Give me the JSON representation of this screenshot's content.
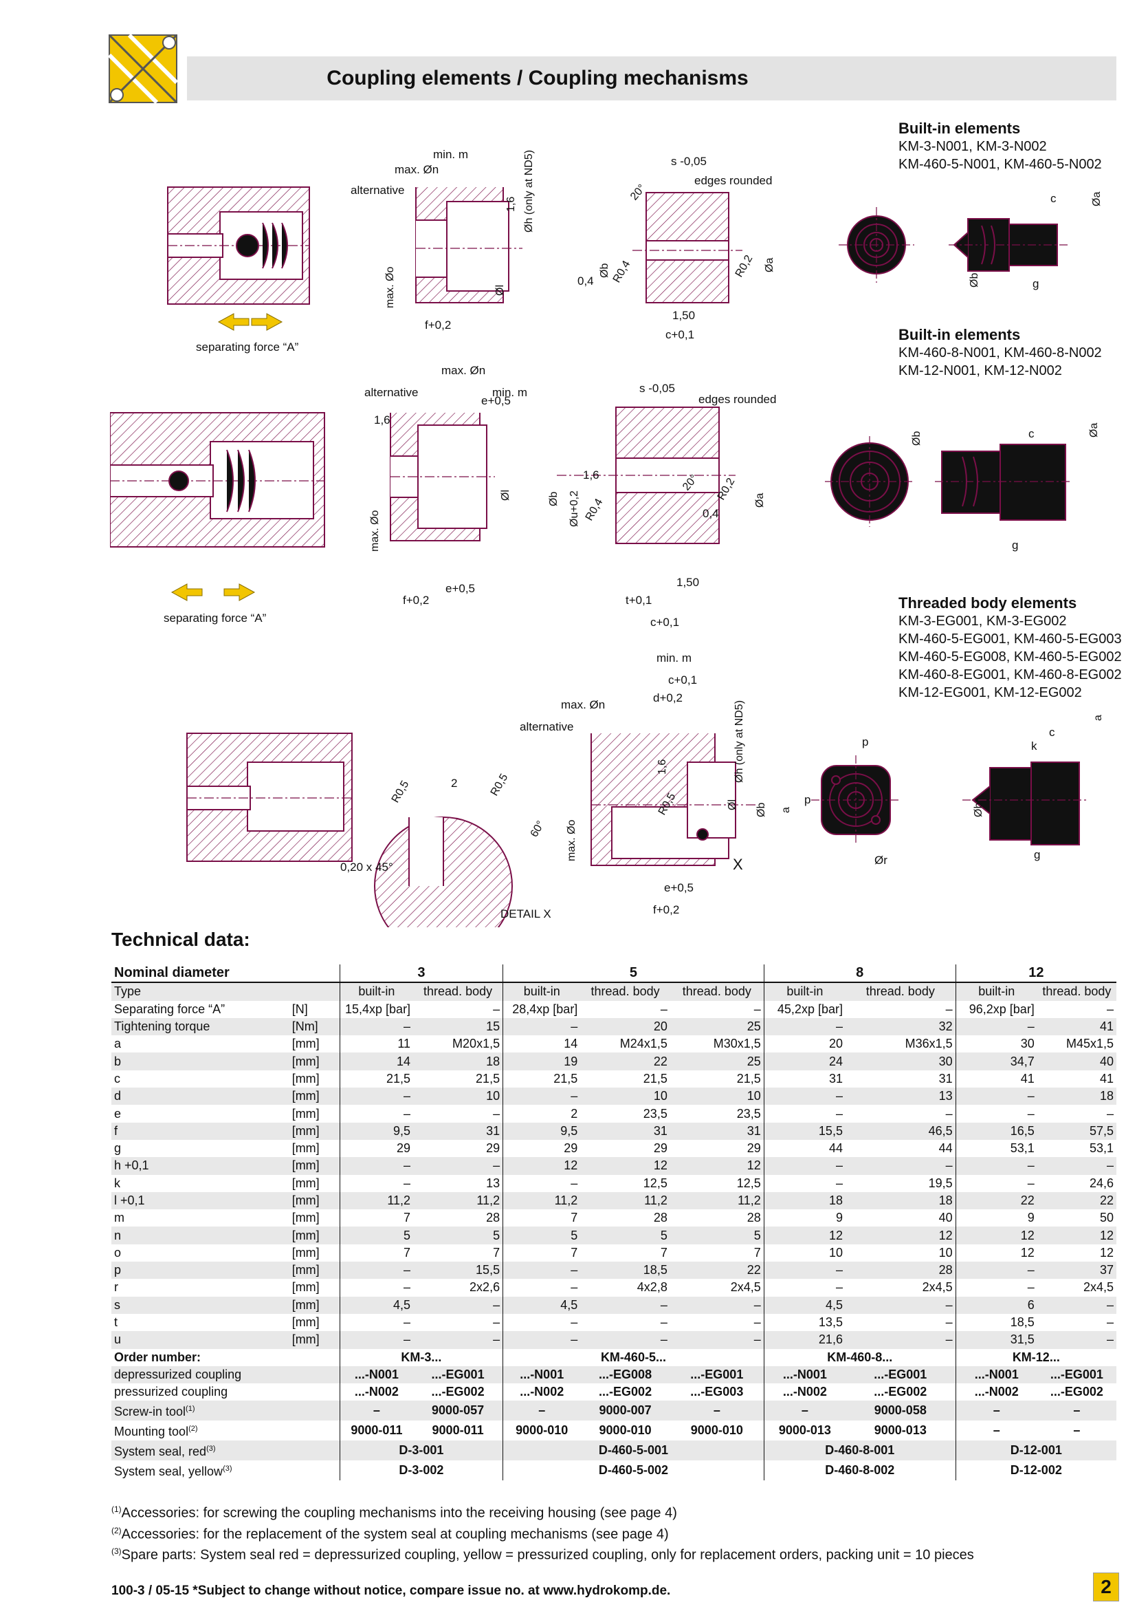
{
  "header": {
    "title": "Coupling elements / Coupling mechanisms"
  },
  "colors": {
    "drawing": "#7a0f48",
    "arrow": "#f2c500",
    "bar": "#e3e3e3"
  },
  "drawing_labels": {
    "separating_force": "separating force “A”",
    "alternative": "alternative",
    "min_m": "min. m",
    "max_n": "max. Øn",
    "max_o": "max. Øo",
    "oh_nd5": "Øh (only at ND5)",
    "ol": "Øl",
    "e05": "e+0,5",
    "f02": "f+0,2",
    "s005": "s -0,05",
    "edges_rounded": "edges rounded",
    "c01": "c+0,1",
    "t01": "t+0,1",
    "d02": "d+0,2",
    "val150": "1,50",
    "ob": "Øb",
    "oa": "Øa",
    "ou02": "Øu+0,2",
    "r02": "R0,2",
    "r04": "R0,4",
    "r05": "R0,5",
    "v04": "0,4",
    "v16": "1,6",
    "ang20": "20°",
    "ang60": "60°",
    "cham": "0,20 x 45°",
    "two": "2",
    "detail": "DETAIL X",
    "x": "X",
    "c": "c",
    "g": "g",
    "k": "k",
    "p": "p",
    "a": "a",
    "r": "Ør"
  },
  "sections": [
    {
      "heading": "Built-in elements",
      "lines": [
        "KM-3-N001, KM-3-N002",
        "KM-460-5-N001, KM-460-5-N002"
      ]
    },
    {
      "heading": "Built-in elements",
      "lines": [
        "KM-460-8-N001, KM-460-8-N002",
        "KM-12-N001, KM-12-N002"
      ]
    },
    {
      "heading": "Threaded body elements",
      "lines": [
        "KM-3-EG001, KM-3-EG002",
        "KM-460-5-EG001, KM-460-5-EG003",
        "KM-460-5-EG008, KM-460-5-EG002",
        "KM-460-8-EG001, KM-460-8-EG002",
        "KM-12-EG001, KM-12-EG002"
      ]
    }
  ],
  "tech": {
    "title": "Technical data:",
    "nominal_label": "Nominal diameter",
    "diameters": [
      "3",
      "5",
      "8",
      "12"
    ],
    "rows": [
      {
        "name": "Type",
        "unit": "",
        "v": [
          "built-in",
          "thread. body",
          "built-in",
          "thread. body",
          "thread. body",
          "built-in",
          "thread. body",
          "built-in",
          "thread. body"
        ]
      },
      {
        "name": "Separating force “A”",
        "unit": "[N]",
        "v": [
          "15,4xp [bar]",
          "–",
          "28,4xp [bar]",
          "–",
          "–",
          "45,2xp [bar]",
          "–",
          "96,2xp [bar]",
          "–"
        ]
      },
      {
        "name": "Tightening torque",
        "unit": "[Nm]",
        "v": [
          "–",
          "15",
          "–",
          "20",
          "25",
          "–",
          "32",
          "–",
          "41"
        ]
      },
      {
        "name": "a",
        "unit": "[mm]",
        "v": [
          "11",
          "M20x1,5",
          "14",
          "M24x1,5",
          "M30x1,5",
          "20",
          "M36x1,5",
          "30",
          "M45x1,5"
        ]
      },
      {
        "name": "b",
        "unit": "[mm]",
        "v": [
          "14",
          "18",
          "19",
          "22",
          "25",
          "24",
          "30",
          "34,7",
          "40"
        ]
      },
      {
        "name": "c",
        "unit": "[mm]",
        "v": [
          "21,5",
          "21,5",
          "21,5",
          "21,5",
          "21,5",
          "31",
          "31",
          "41",
          "41"
        ]
      },
      {
        "name": "d",
        "unit": "[mm]",
        "v": [
          "–",
          "10",
          "–",
          "10",
          "10",
          "–",
          "13",
          "–",
          "18"
        ]
      },
      {
        "name": "e",
        "unit": "[mm]",
        "v": [
          "–",
          "–",
          "2",
          "23,5",
          "23,5",
          "–",
          "–",
          "–",
          "–"
        ]
      },
      {
        "name": "f",
        "unit": "[mm]",
        "v": [
          "9,5",
          "31",
          "9,5",
          "31",
          "31",
          "15,5",
          "46,5",
          "16,5",
          "57,5"
        ]
      },
      {
        "name": "g",
        "unit": "[mm]",
        "v": [
          "29",
          "29",
          "29",
          "29",
          "29",
          "44",
          "44",
          "53,1",
          "53,1"
        ]
      },
      {
        "name": "h +0,1",
        "unit": "[mm]",
        "v": [
          "–",
          "–",
          "12",
          "12",
          "12",
          "–",
          "–",
          "–",
          "–"
        ]
      },
      {
        "name": "k",
        "unit": "[mm]",
        "v": [
          "–",
          "13",
          "–",
          "12,5",
          "12,5",
          "–",
          "19,5",
          "–",
          "24,6"
        ]
      },
      {
        "name": "l +0,1",
        "unit": "[mm]",
        "v": [
          "11,2",
          "11,2",
          "11,2",
          "11,2",
          "11,2",
          "18",
          "18",
          "22",
          "22"
        ]
      },
      {
        "name": "m",
        "unit": "[mm]",
        "v": [
          "7",
          "28",
          "7",
          "28",
          "28",
          "9",
          "40",
          "9",
          "50"
        ]
      },
      {
        "name": "n",
        "unit": "[mm]",
        "v": [
          "5",
          "5",
          "5",
          "5",
          "5",
          "12",
          "12",
          "12",
          "12"
        ]
      },
      {
        "name": "o",
        "unit": "[mm]",
        "v": [
          "7",
          "7",
          "7",
          "7",
          "7",
          "10",
          "10",
          "12",
          "12"
        ]
      },
      {
        "name": "p",
        "unit": "[mm]",
        "v": [
          "–",
          "15,5",
          "–",
          "18,5",
          "22",
          "–",
          "28",
          "–",
          "37"
        ]
      },
      {
        "name": "r",
        "unit": "[mm]",
        "v": [
          "–",
          "2x2,6",
          "–",
          "4x2,8",
          "2x4,5",
          "–",
          "2x4,5",
          "–",
          "2x4,5"
        ]
      },
      {
        "name": "s",
        "unit": "[mm]",
        "v": [
          "4,5",
          "–",
          "4,5",
          "–",
          "–",
          "4,5",
          "–",
          "6",
          "–"
        ]
      },
      {
        "name": "t",
        "unit": "[mm]",
        "v": [
          "–",
          "–",
          "–",
          "–",
          "–",
          "13,5",
          "–",
          "18,5",
          "–"
        ]
      },
      {
        "name": "u",
        "unit": "[mm]",
        "v": [
          "–",
          "–",
          "–",
          "–",
          "–",
          "21,6",
          "–",
          "31,5",
          "–"
        ]
      }
    ],
    "order_label": "Order number:",
    "order_prefixes": [
      "KM-3...",
      "KM-460-5...",
      "KM-460-8...",
      "KM-12..."
    ],
    "order_rows": [
      {
        "name": "depressurized coupling",
        "v": [
          "...-N001",
          "...-EG001",
          "...-N001",
          "...-EG008",
          "...-EG001",
          "...-N001",
          "...-EG001",
          "...-N001",
          "...-EG001"
        ]
      },
      {
        "name": "pressurized coupling",
        "v": [
          "...-N002",
          "...-EG002",
          "...-N002",
          "...-EG002",
          "...-EG003",
          "...-N002",
          "...-EG002",
          "...-N002",
          "...-EG002"
        ]
      },
      {
        "name": "Screw-in tool",
        "sup": "(1)",
        "v": [
          "–",
          "9000-057",
          "–",
          "9000-007",
          "–",
          "–",
          "9000-058",
          "–",
          "–"
        ]
      },
      {
        "name": "Mounting tool",
        "sup": "(2)",
        "v": [
          "9000-011",
          "9000-011",
          "9000-010",
          "9000-010",
          "9000-010",
          "9000-013",
          "9000-013",
          "–",
          "–"
        ]
      }
    ],
    "seal_rows": [
      {
        "name": "System seal, red",
        "sup": "(3)",
        "v": [
          "D-3-001",
          "D-460-5-001",
          "D-460-8-001",
          "D-12-001"
        ]
      },
      {
        "name": "System seal, yellow",
        "sup": "(3)",
        "v": [
          "D-3-002",
          "D-460-5-002",
          "D-460-8-002",
          "D-12-002"
        ]
      }
    ]
  },
  "footnotes": [
    {
      "sup": "(1)",
      "text": "Accessories: for screwing the coupling mechanisms into the receiving housing (see page 4)"
    },
    {
      "sup": "(2)",
      "text": "Accessories: for the replacement of the system seal at coupling mechanisms (see page 4)"
    },
    {
      "sup": "(3)",
      "text": "Spare parts: System seal red = depressurized coupling, yellow = pressurized coupling, only for replacement orders, packing unit = 10 pieces"
    }
  ],
  "footer": {
    "text": "100-3 / 05-15  *Subject to change without notice, compare issue no. at www.hydrokomp.de.",
    "page": "2"
  }
}
